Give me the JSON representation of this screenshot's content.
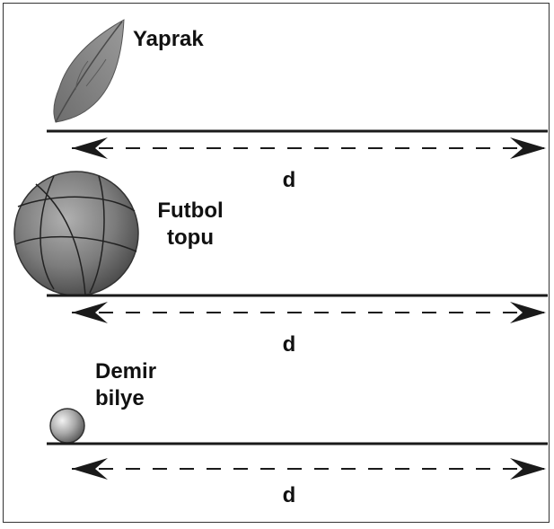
{
  "scenes": [
    {
      "object": "leaf",
      "label_lines": [
        "Yaprak"
      ],
      "distance_label": "d"
    },
    {
      "object": "ball",
      "label_lines": [
        "Futbol",
        "topu"
      ],
      "distance_label": "d"
    },
    {
      "object": "steel-ball",
      "label_lines": [
        "Demir",
        "bilye"
      ],
      "distance_label": "d"
    }
  ],
  "colors": {
    "line": "#1a1a1a",
    "object_gray": "#7a7a7a",
    "frame": "#333333"
  }
}
